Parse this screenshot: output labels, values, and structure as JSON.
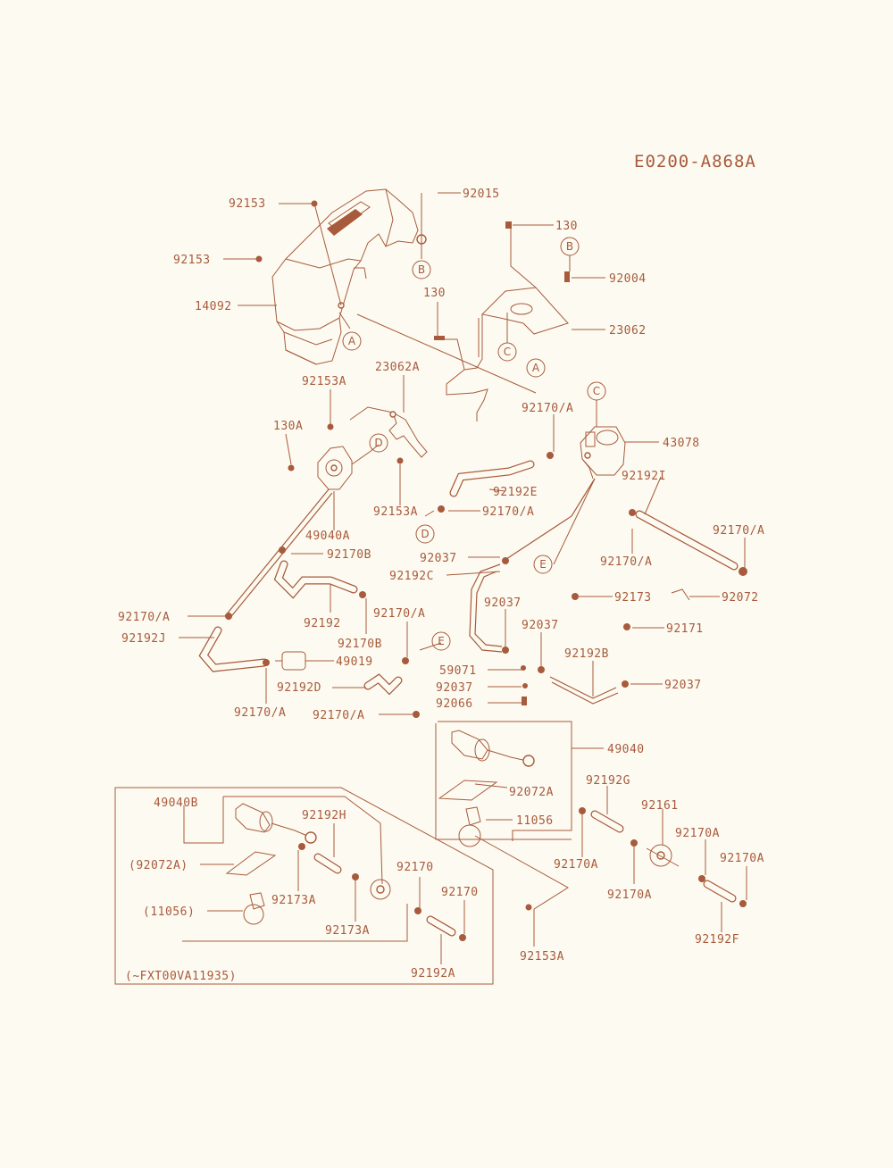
{
  "diagram_code": "E0200-A868A",
  "callouts": {
    "p92153_top": "92153",
    "p92015": "92015",
    "p130_top": "130",
    "ref_b_top": "B",
    "p92153_left": "92153",
    "p92004": "92004",
    "p14092": "14092",
    "ref_b_mid": "B",
    "p130_mid": "130",
    "p23062": "23062",
    "ref_c_mid": "C",
    "ref_a_1": "A",
    "ref_a_2": "A",
    "p23062A": "23062A",
    "p92153A_1": "92153A",
    "ref_c_right": "C",
    "p92170A_1": "92170/A",
    "p43078": "43078",
    "p130A": "130A",
    "ref_d_1": "D",
    "p92192I": "92192I",
    "p92192E": "92192E",
    "p92153A_2": "92153A",
    "p92170A_2": "92170/A",
    "p49040A": "49040A",
    "ref_d_2": "D",
    "p92170A_3": "92170/A",
    "p92170B_1": "92170B",
    "p92037_1": "92037",
    "ref_e_1": "E",
    "p92170A_4": "92170/A",
    "p92192C": "92192C",
    "p92173": "92173",
    "p92072": "92072",
    "p92192": "92192",
    "p92037_2": "92037",
    "p92170A_5": "92170/A",
    "p92037_3": "92037",
    "p92171": "92171",
    "p92170A_6": "92170/A",
    "p92170B_2": "92170B",
    "ref_e_2": "E",
    "p92192J": "92192J",
    "p92192B": "92192B",
    "p49019": "49019",
    "p59071": "59071",
    "p92037_4": "92037",
    "p92037_5": "92037",
    "p92192D": "92192D",
    "p92066": "92066",
    "p92170A_7": "92170/A",
    "p92170A_8": "92170/A",
    "p49040": "49040",
    "p92192G": "92192G",
    "p92072A": "92072A",
    "p49040B": "49040B",
    "p92161": "92161",
    "p11056": "11056",
    "p92192H": "92192H",
    "p92170A_9": "92170A",
    "p92072A_paren": "(92072A)",
    "p92170_1": "92170",
    "p92170A_10": "92170A",
    "p92170A_11": "92170A",
    "p92170A_12": "92170A",
    "p92173A_1": "92173A",
    "p92170_2": "92170",
    "p11056_paren": "(11056)",
    "p92153A_3": "92153A",
    "p92192F": "92192F",
    "p92173A_2": "92173A",
    "p92192A": "92192A",
    "serial_note": "(~FXT00VA11935)"
  }
}
